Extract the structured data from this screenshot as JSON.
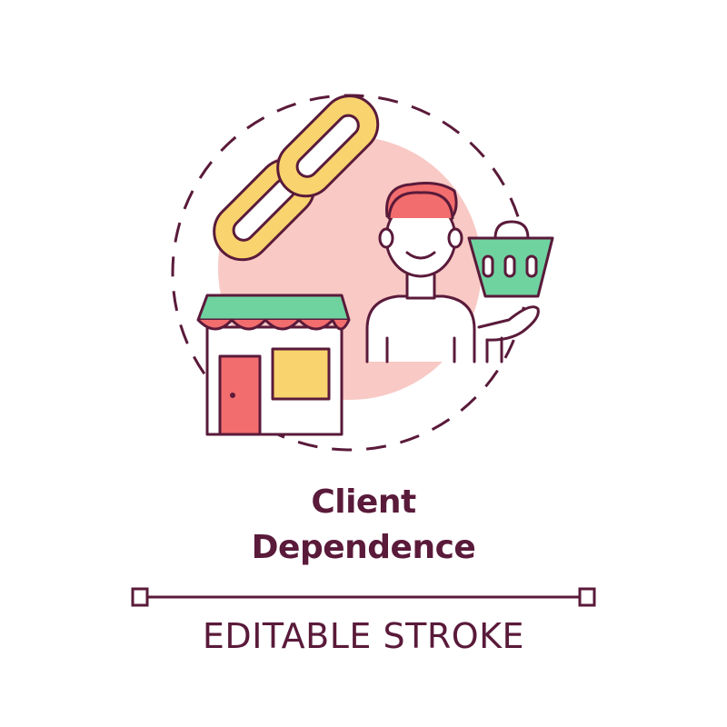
{
  "title": {
    "line1": "Client",
    "line2": "Dependence"
  },
  "caption": "EDITABLE STROKE",
  "colors": {
    "stroke": "#5a1a3a",
    "blush": "#f8c9c5",
    "chain": "#f8d36e",
    "awning": "#6fd3a0",
    "door": "#f26d6d",
    "window": "#f8d36e",
    "hair": "#f26d6d",
    "basket": "#6fd3a0"
  },
  "icons": [
    "chain-link-icon",
    "storefront-icon",
    "customer-icon",
    "shopping-basket-icon"
  ]
}
